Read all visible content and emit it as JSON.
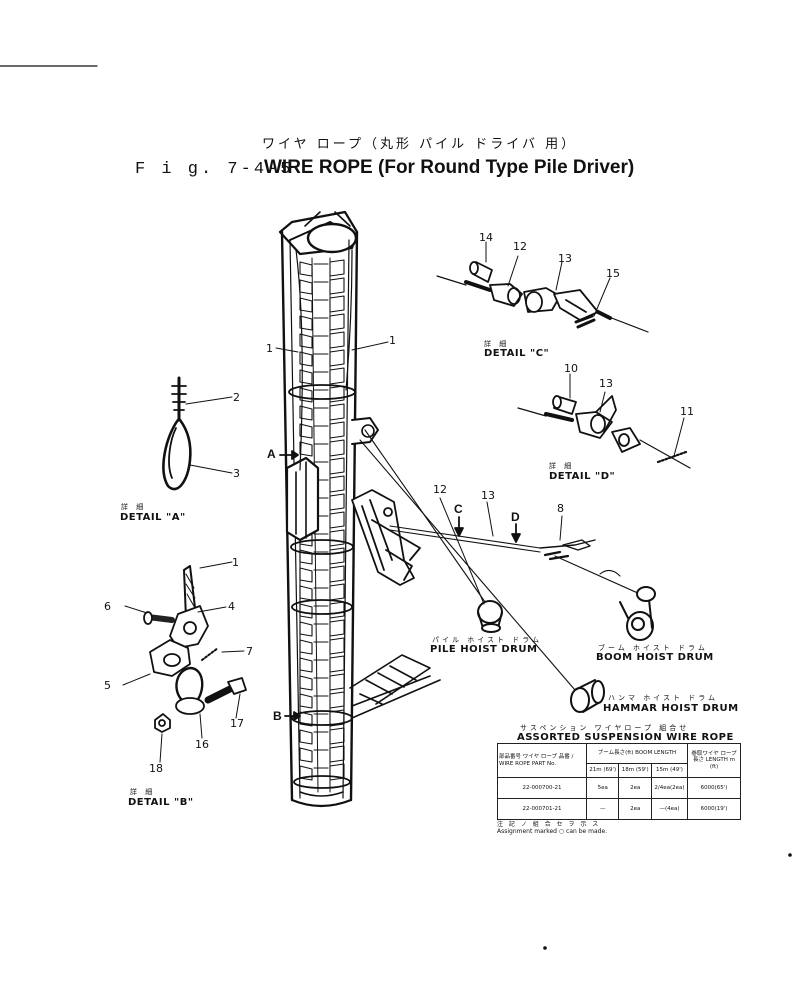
{
  "title": {
    "japanese": "ワイヤ ロープ（丸形 パイル ドライバ 用）",
    "fig_number": "F i g. 7-4-5",
    "english": "WIRE ROPE (For Round Type Pile Driver)"
  },
  "details": {
    "a": {
      "jp": "詳 細",
      "label": "DETAIL \"A\""
    },
    "b": {
      "jp": "詳 細",
      "label": "DETAIL \"B\""
    },
    "c": {
      "jp": "詳 細",
      "label": "DETAIL \"C\""
    },
    "d": {
      "jp": "詳 細",
      "label": "DETAIL \"D\""
    }
  },
  "drums": {
    "pile": {
      "jp": "パイル ホイスト ドラム",
      "label": "PILE HOIST DRUM"
    },
    "boom": {
      "jp": "ブーム ホイスト ドラム",
      "label": "BOOM HOIST DRUM"
    },
    "hammer": {
      "jp": "ハンマ ホイスト ドラム",
      "label": "HAMMAR HOIST DRUM"
    }
  },
  "view_markers": [
    "A",
    "B",
    "C",
    "D"
  ],
  "part_numbers": {
    "mast_left": "1",
    "mast_right": "1",
    "a2": "2",
    "a3": "3",
    "b1": "1",
    "b4": "4",
    "b5": "5",
    "b6": "6",
    "b7": "7",
    "b16": "16",
    "b17": "17",
    "b18": "18",
    "c12": "12",
    "c13": "13",
    "c14": "14",
    "c15": "15",
    "d10": "10",
    "d11": "11",
    "d13": "13",
    "m12": "12",
    "m13": "13",
    "m8": "8"
  },
  "table": {
    "title_jp": "サスペンション ワイヤロープ 組合せ",
    "title": "ASSORTED SUSPENSION WIRE ROPE",
    "head_part": "部品番号 ワイヤ ロープ 品番 / WIRE ROPE PART No.",
    "head_boom": "ブーム長さ(ft) BOOM LENGTH",
    "head_length": "巻取ワイヤ ロープ長さ LENGTH m (ft)",
    "sub": [
      "21m (69')",
      "18m (59')",
      "15m (49')"
    ],
    "rows": [
      [
        "22-000700-21",
        "5ea",
        "2ea",
        "2/4ea(2ea)",
        "6000(65')"
      ],
      [
        "22-000701-21",
        "—",
        "2ea",
        "—(4ea)",
        "6000(19')"
      ]
    ],
    "note_jp": "注 記 ノ 組 合 セ ヲ 示 ス",
    "note": "Assignment marked ○ can be made."
  }
}
